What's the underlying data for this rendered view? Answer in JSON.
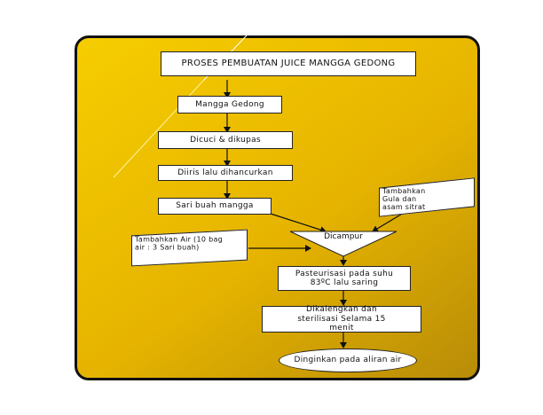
{
  "diagram": {
    "title": "PROSES PEMBUATAN JUICE MANGGA GEDONG",
    "steps": {
      "s1": "Mangga Gedong",
      "s2": "Dicuci & dikupas",
      "s3": "Diiris lalu dihancurkan",
      "s4": "Sari buah mangga",
      "mix": "Dicampur",
      "s5": "Pasteurisasi pada suhu 83ºC lalu saring",
      "s6": "Dikalengkan dan sterilisasi Selama 15 menit",
      "s7": "Dinginkan pada aliran air"
    },
    "notes": {
      "sugar": "Tambahkan Gula dan asam sitrat",
      "water": "Tambahkan Air (10 bag air : 3 Sari buah)"
    }
  },
  "colors": {
    "panel": "#eebf00",
    "box": "#ffffff",
    "border": "#222222"
  }
}
